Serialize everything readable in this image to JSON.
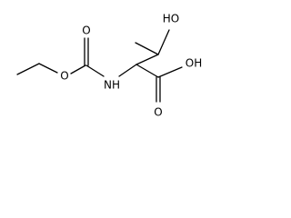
{
  "structure": {
    "labels": {
      "hydroxyl": "HO",
      "amine": "NH",
      "carbamate_carbonyl_oxygen": "O",
      "ester_oxygen": "O",
      "acid_hydroxyl": "OH",
      "acid_carbonyl_oxygen": "O"
    },
    "colors": {
      "bond": "#000000",
      "label": "#000000",
      "background": "#ffffff"
    }
  }
}
